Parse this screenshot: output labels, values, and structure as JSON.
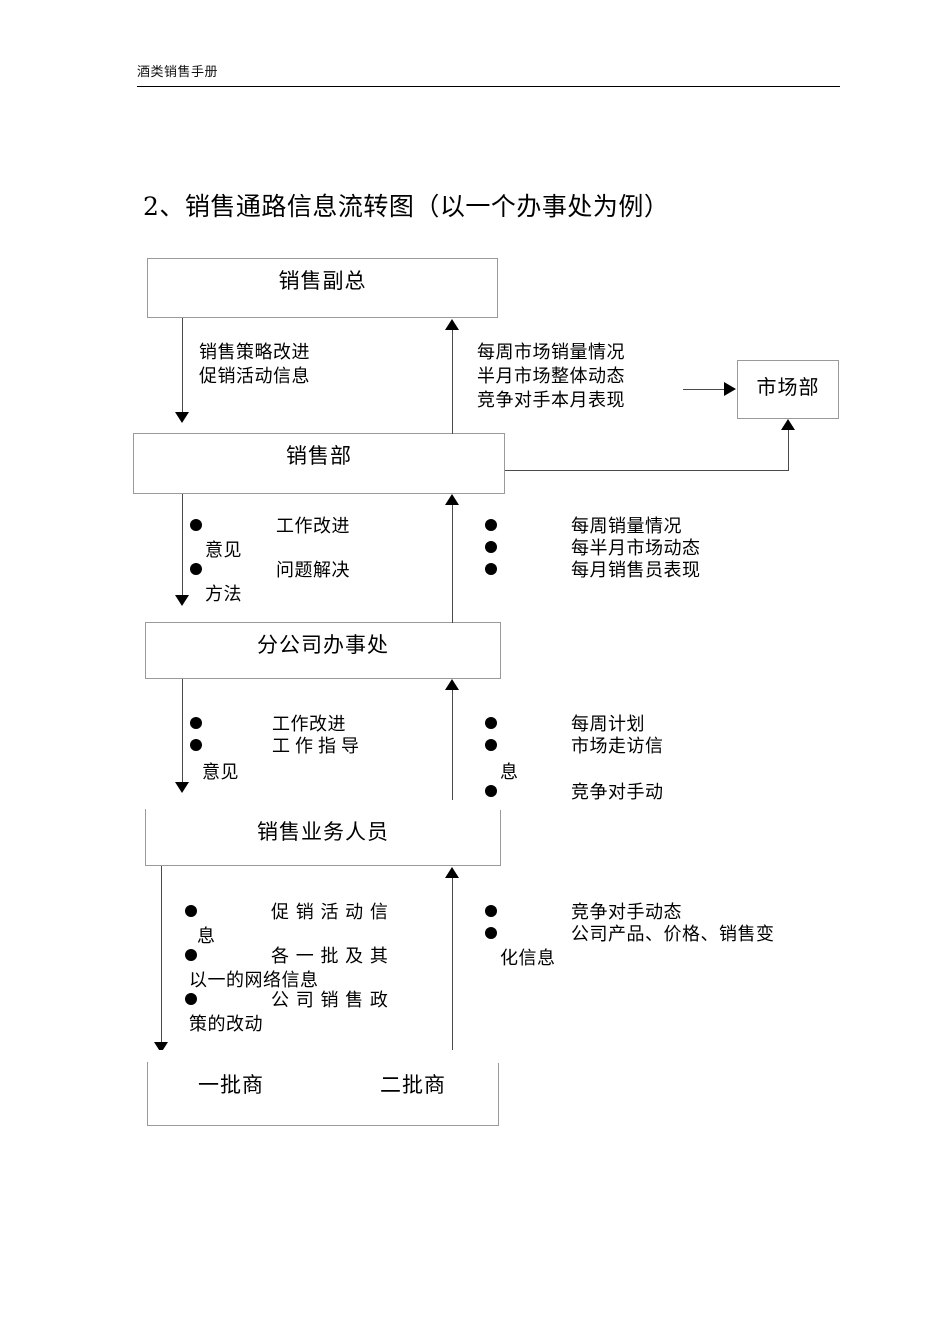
{
  "document": {
    "running_header": "酒类销售手册",
    "section_title": "2、销售通路信息流转图（以一个办事处为例）"
  },
  "nodes": {
    "vp": "销售副总",
    "sales_dept": "销售部",
    "branch_office": "分公司办事处",
    "sales_staff": "销售业务人员",
    "dealer_first": "一批商",
    "dealer_second": "二批商",
    "marketing_dept": "市场部"
  },
  "annotations": {
    "vp_down": {
      "line1": "销售策略改进",
      "line2": "促销活动信息"
    },
    "vp_up": {
      "line1": "每周市场销量情况",
      "line2": "半月市场整体动态",
      "line3": "竞争对手本月表现"
    },
    "sales_down": {
      "item1": "工作改进",
      "item1_cont": "意见",
      "item2": "问题解决",
      "item2_cont": "方法"
    },
    "sales_up": {
      "item1": "每周销量情况",
      "item2": "每半月市场动态",
      "item3": "每月销售员表现"
    },
    "branch_down": {
      "item1": "工作改进",
      "item2": "工作指导",
      "cont": "意见"
    },
    "branch_up": {
      "item1": "每周计划",
      "item2": "市场走访信",
      "cont": "息",
      "item3": "竞争对手动"
    },
    "staff_down": {
      "item1": "促 销 活 动 信",
      "item1_cont": "息",
      "item2": "各 一 批 及 其",
      "item2_cont": "以一的网络信息",
      "item3": "公 司 销 售 政",
      "item3_cont": "策的改动"
    },
    "staff_up": {
      "item1": "竞争对手动态",
      "item2": "公司产品、价格、销售变",
      "item2_cont": "化信息"
    }
  },
  "colors": {
    "box_border": "#9a9a9a",
    "line": "#4a4a4a",
    "text": "#000000",
    "page_background": "#ffffff"
  }
}
